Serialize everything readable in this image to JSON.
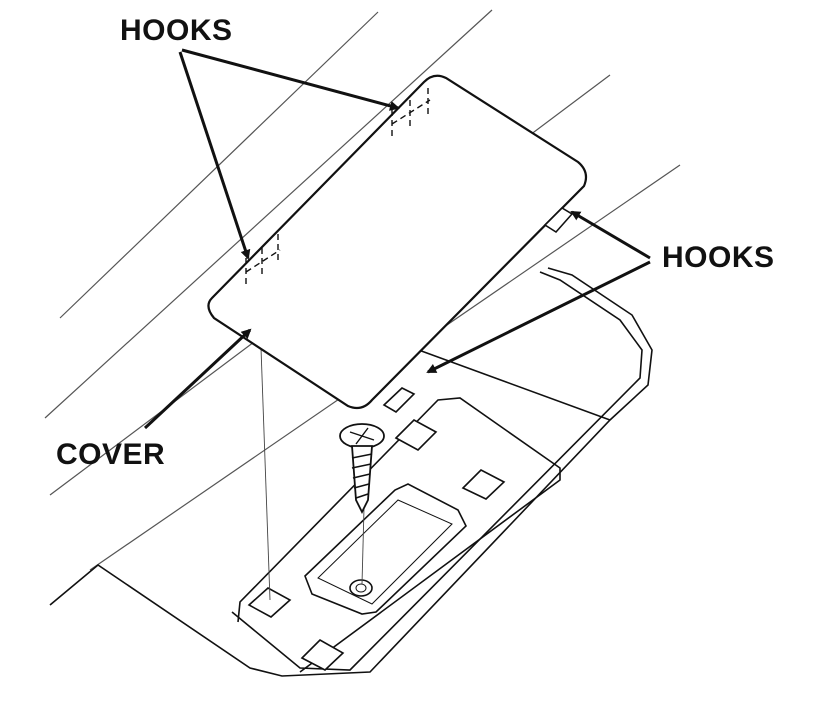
{
  "labels": {
    "hooks_top": "HOOKS",
    "hooks_right": "HOOKS",
    "cover": "COVER"
  },
  "colors": {
    "line": "#111111",
    "thin_line": "#444444",
    "background": "#ffffff"
  }
}
